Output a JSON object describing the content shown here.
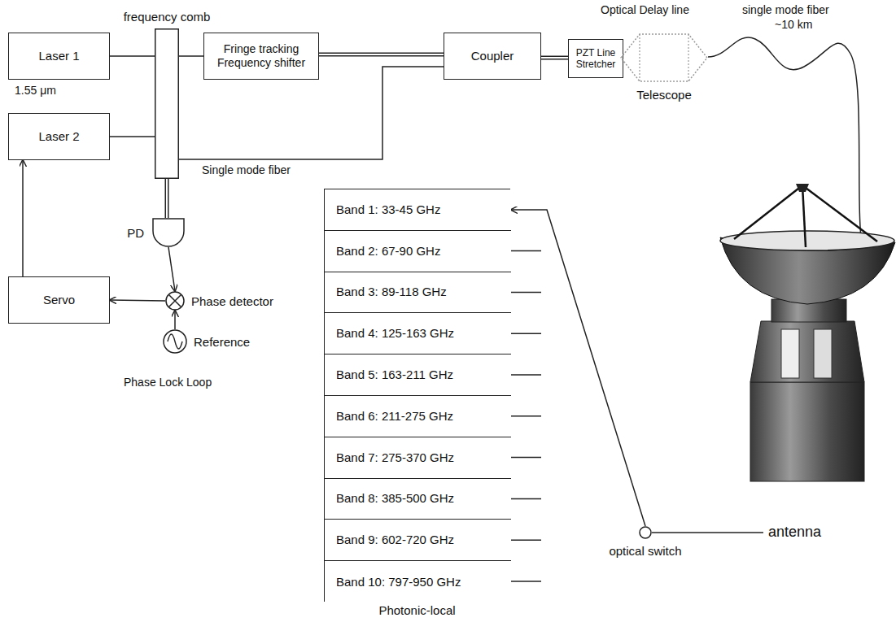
{
  "diagram": {
    "nodes": [
      {
        "text": [
          "Laser 1"
        ]
      },
      {
        "text": [
          "Laser 2"
        ]
      },
      {
        "text": [
          "frequency comb"
        ]
      },
      {
        "text": [
          "Fringe tracking Frequency shifter"
        ]
      },
      {
        "text": [
          "Coupler"
        ]
      },
      {
        "text": [
          "PZT Line Stretcher"
        ]
      },
      {
        "text": [
          "Telescope"
        ]
      },
      {
        "text": [
          "PD"
        ]
      },
      {
        "text": [
          "Phase detector"
        ]
      },
      {
        "text": [
          "Reference"
        ]
      },
      {
        "text": [
          "Servo"
        ]
      },
      {
        "text": [
          "Photonic-local"
        ]
      },
      {
        "text": [
          "Band 1: 33-45 GHz"
        ],
        "in": 11
      },
      {
        "text": [
          "Band 2: 67-90 GHz"
        ],
        "in": 11
      },
      {
        "text": [
          "Band 3: 89-118 GHz"
        ],
        "in": 11
      },
      {
        "text": [
          "Band 4: 125-163 GHz"
        ],
        "in": 11
      },
      {
        "text": [
          "Band 5: 163-211 GHz"
        ],
        "in": 11
      },
      {
        "text": [
          "Band 6: 211-275 GHz"
        ],
        "in": 11
      },
      {
        "text": [
          "Band 7: 275-370 GHz"
        ],
        "in": 11
      },
      {
        "text": [
          "Band 8: 385-500 GHz"
        ],
        "in": 11
      },
      {
        "text": [
          "Band 9: 602-720 GHz"
        ],
        "in": 11
      },
      {
        "text": [
          "Band 10: 797-950 GHz"
        ],
        "in": 11
      },
      {
        "text": [
          "optical switch"
        ]
      }
    ],
    "edges": [
      {
        "from": 0,
        "to": 2,
        "arrow": "none"
      },
      {
        "from": 2,
        "to": 3,
        "arrow": "none"
      },
      {
        "from": 3,
        "to": 4,
        "arrow": "none"
      },
      {
        "from": 1,
        "to": 2,
        "arrow": "none"
      },
      {
        "from": 2,
        "to": 4,
        "arrow": "none"
      },
      {
        "from": 4,
        "to": 5,
        "arrow": "none"
      },
      {
        "from": 5,
        "to": 6,
        "arrow": "none"
      },
      {
        "from": 2,
        "to": 7,
        "arrow": "none"
      },
      {
        "from": 7,
        "to": 8,
        "arrow": "to"
      },
      {
        "from": 9,
        "to": 8,
        "arrow": "to"
      },
      {
        "from": 8,
        "to": 10,
        "arrow": "to"
      },
      {
        "from": 10,
        "to": 1,
        "arrow": "to"
      },
      {
        "from": 22,
        "to": 12,
        "arrow": "to"
      }
    ],
    "labels": [
      "1.55 μm",
      "Single mode fiber",
      "Optical Delay line",
      "single mode fiber",
      "~10 km",
      "Phase Lock Loop",
      "antenna"
    ]
  }
}
